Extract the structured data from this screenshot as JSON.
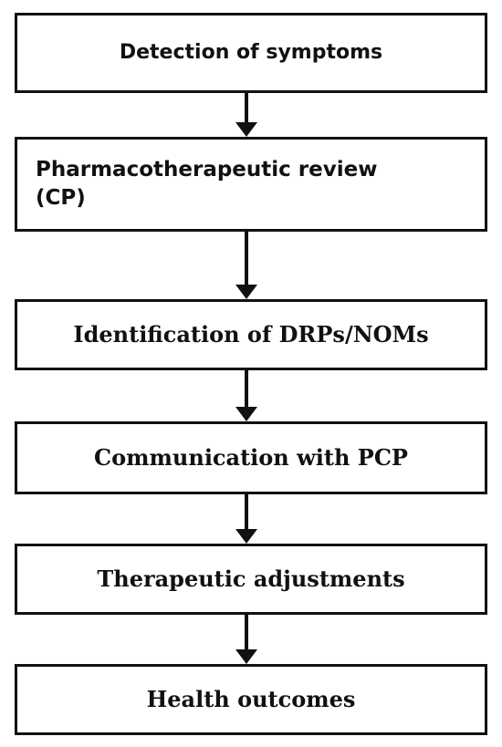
{
  "steps": [
    {
      "label": "Detection of symptoms"
    },
    {
      "label": "Pharmacotherapeutic review (CP)"
    },
    {
      "label": "Identification of DRPs/NOMs"
    },
    {
      "label": "Communication with PCP"
    },
    {
      "label": "Therapeutic adjustments"
    },
    {
      "label": "Health outcomes"
    }
  ]
}
